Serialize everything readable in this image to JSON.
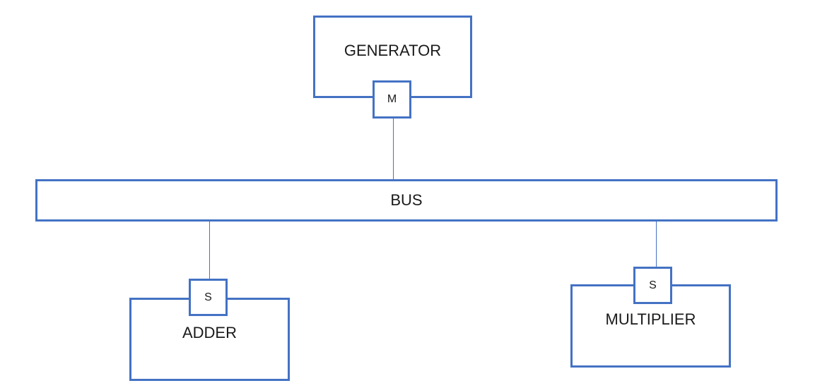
{
  "diagram": {
    "nodes": {
      "generator": {
        "label": "GENERATOR",
        "port": "M"
      },
      "bus": {
        "label": "BUS"
      },
      "adder": {
        "label": "ADDER",
        "port": "S"
      },
      "multiplier": {
        "label": "MULTIPLIER",
        "port": "S"
      }
    },
    "edges": [
      {
        "from": "generator.M",
        "to": "bus"
      },
      {
        "from": "bus",
        "to": "adder.S"
      },
      {
        "from": "bus",
        "to": "multiplier.S"
      }
    ],
    "colors": {
      "stroke": "#4472c4",
      "text": "#1a1a1a"
    }
  }
}
